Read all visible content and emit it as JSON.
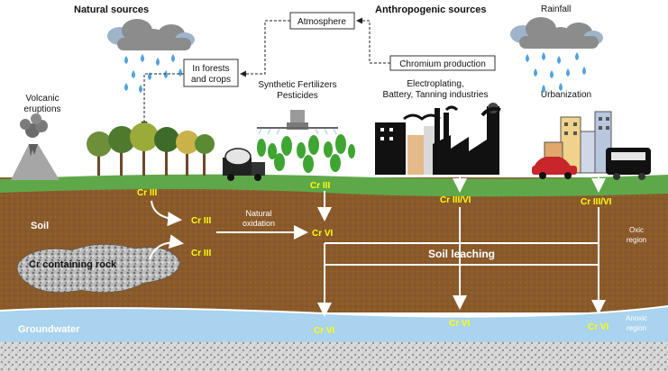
{
  "headings": {
    "natural_sources": "Natural sources",
    "anthropogenic_sources": "Anthropogenic sources",
    "rainfall": "Rainfall"
  },
  "boxes": {
    "atmosphere": "Atmosphere",
    "forests_line1": "In forests",
    "forests_line2": "and crops",
    "chromium_production": "Chromium production"
  },
  "sources": {
    "volcanic_line1": "Volcanic",
    "volcanic_line2": "eruptions",
    "fertilizers_line1": "Synthetic Fertilizers",
    "fertilizers_line2": "Pesticides",
    "industry_line1": "Electroplating,",
    "industry_line2": "Battery, Tanning industries",
    "urbanization": "Urbanization"
  },
  "layers": {
    "soil": "Soil",
    "groundwater": "Groundwater",
    "oxic_line1": "Oxic",
    "oxic_line2": "region",
    "anoxic_line1": "Anoxic",
    "anoxic_line2": "region",
    "rock": "Cr containing rock"
  },
  "processes": {
    "natural_oxidation_line1": "Natural",
    "natural_oxidation_line2": "oxidation",
    "soil_leaching": "Soil leaching"
  },
  "species": {
    "cr3_surface_left": "Cr III",
    "cr3_surface_mid": "Cr III",
    "cr3_upper": "Cr III",
    "cr3_rock": "Cr III",
    "cr6_mid": "Cr VI",
    "cr36_industry": "Cr III/VI",
    "cr36_urban": "Cr III/VI",
    "cr6_gw_left": "Cr VI",
    "cr6_gw_mid": "Cr VI",
    "cr6_gw_right": "Cr VI"
  },
  "colors": {
    "soil": "#8a5a2b",
    "grass": "#5fa84a",
    "groundwater": "#a9d3ee",
    "species_label": "#ffff00",
    "arrow": "#ffffff",
    "rain": "#4fa3e0",
    "cloud": "#8c8c8c"
  }
}
